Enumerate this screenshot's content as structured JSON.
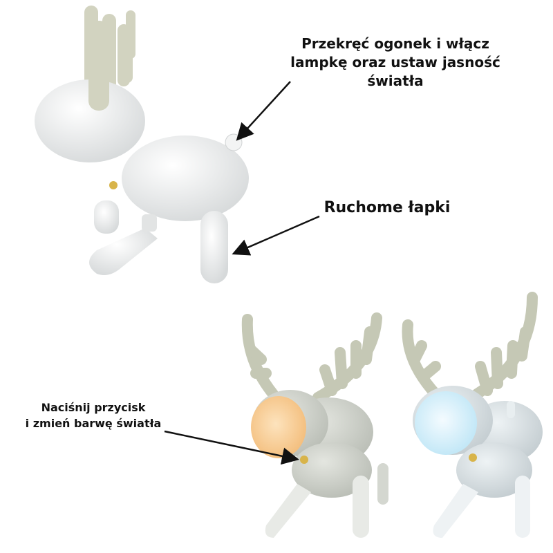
{
  "captions": {
    "tail": [
      "Przekręć ogonek i włącz",
      "lampkę oraz ustaw jasność",
      "światła"
    ],
    "legs": "Ruchome łapki",
    "button": [
      "Naciśnij przycisk",
      "i zmień barwę światła"
    ]
  },
  "colors": {
    "body": "#eef0f0",
    "antler": "#c9ccb4",
    "warm_light": "#f8cf9a",
    "cool_light": "#dff2fa",
    "button": "#d8b44a"
  }
}
